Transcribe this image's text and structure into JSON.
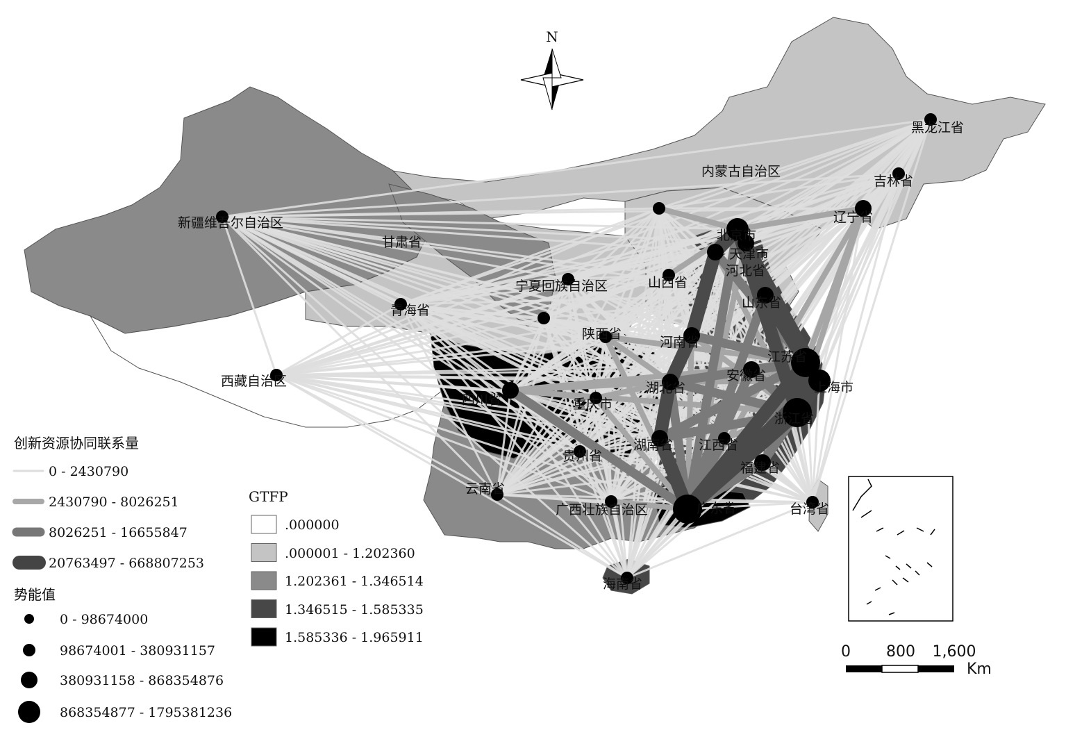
{
  "north_label": "N",
  "provinces": [
    {
      "name": "黑龙江省",
      "weight": 1
    },
    {
      "name": "吉林省",
      "weight": 1
    },
    {
      "name": "辽宁省",
      "weight": 2
    },
    {
      "name": "内蒙古自治区",
      "weight": 1
    },
    {
      "name": "新疆维吾尔自治区",
      "weight": 1
    },
    {
      "name": "甘肃省",
      "weight": 1
    },
    {
      "name": "北京市",
      "weight": 3
    },
    {
      "name": "天津市",
      "weight": 2
    },
    {
      "name": "河北省",
      "weight": 2
    },
    {
      "name": "山西省",
      "weight": 1
    },
    {
      "name": "宁夏回族自治区",
      "weight": 1
    },
    {
      "name": "青海省",
      "weight": 1
    },
    {
      "name": "山东省",
      "weight": 2
    },
    {
      "name": "陕西省",
      "weight": 1
    },
    {
      "name": "河南省",
      "weight": 2
    },
    {
      "name": "江苏省",
      "weight": 4
    },
    {
      "name": "西藏自治区",
      "weight": 1
    },
    {
      "name": "安徽省",
      "weight": 2
    },
    {
      "name": "上海市",
      "weight": 3
    },
    {
      "name": "湖北省",
      "weight": 2
    },
    {
      "name": "四川省",
      "weight": 2
    },
    {
      "name": "重庆市",
      "weight": 1
    },
    {
      "name": "浙江省",
      "weight": 4
    },
    {
      "name": "湖南省",
      "weight": 2
    },
    {
      "name": "江西省",
      "weight": 1
    },
    {
      "name": "贵州省",
      "weight": 1
    },
    {
      "name": "福建省",
      "weight": 2
    },
    {
      "name": "云南省",
      "weight": 1
    },
    {
      "name": "广西壮族自治区",
      "weight": 1
    },
    {
      "name": "广东省",
      "weight": 4
    },
    {
      "name": "台湾省",
      "weight": 1
    },
    {
      "name": "海南省",
      "weight": 1
    }
  ],
  "links": [
    {
      "a": "广东省",
      "b": "浙江省",
      "cls": 3
    },
    {
      "a": "广东省",
      "b": "江苏省",
      "cls": 3
    },
    {
      "a": "广东省",
      "b": "上海市",
      "cls": 3
    },
    {
      "a": "北京市",
      "b": "江苏省",
      "cls": 3
    },
    {
      "a": "北京市",
      "b": "浙江省",
      "cls": 3
    },
    {
      "a": "北京市",
      "b": "上海市",
      "cls": 3
    },
    {
      "a": "江苏省",
      "b": "浙江省",
      "cls": 3
    },
    {
      "a": "上海市",
      "b": "浙江省",
      "cls": 3
    },
    {
      "a": "江苏省",
      "b": "上海市",
      "cls": 3
    },
    {
      "a": "广东省",
      "b": "湖南省",
      "cls": 3
    },
    {
      "a": "湖南省",
      "b": "湖北省",
      "cls": 3
    },
    {
      "a": "湖北省",
      "b": "河南省",
      "cls": 3
    },
    {
      "a": "河南省",
      "b": "河北省",
      "cls": 3
    },
    {
      "a": "河北省",
      "b": "北京市",
      "cls": 3
    },
    {
      "a": "北京市",
      "b": "山东省",
      "cls": 3
    },
    {
      "a": "山东省",
      "b": "江苏省",
      "cls": 3
    },
    {
      "a": "北京市",
      "b": "广东省",
      "cls": 2
    },
    {
      "a": "安徽省",
      "b": "江苏省",
      "cls": 2
    },
    {
      "a": "安徽省",
      "b": "浙江省",
      "cls": 2
    },
    {
      "a": "湖北省",
      "b": "江苏省",
      "cls": 2
    },
    {
      "a": "湖北省",
      "b": "浙江省",
      "cls": 2
    },
    {
      "a": "湖北省",
      "b": "广东省",
      "cls": 2
    },
    {
      "a": "河南省",
      "b": "江苏省",
      "cls": 2
    },
    {
      "a": "山东省",
      "b": "浙江省",
      "cls": 2
    },
    {
      "a": "山东省",
      "b": "广东省",
      "cls": 2
    },
    {
      "a": "福建省",
      "b": "广东省",
      "cls": 2
    },
    {
      "a": "福建省",
      "b": "浙江省",
      "cls": 2
    },
    {
      "a": "湖南省",
      "b": "浙江省",
      "cls": 2
    },
    {
      "a": "湖南省",
      "b": "江苏省",
      "cls": 2
    },
    {
      "a": "安徽省",
      "b": "广东省",
      "cls": 2
    },
    {
      "a": "河北省",
      "b": "江苏省",
      "cls": 2
    },
    {
      "a": "天津市",
      "b": "江苏省",
      "cls": 2
    },
    {
      "a": "江西省",
      "b": "广东省",
      "cls": 2
    },
    {
      "a": "四川省",
      "b": "广东省",
      "cls": 2
    },
    {
      "a": "四川省",
      "b": "重庆市",
      "cls": 1
    },
    {
      "a": "四川省",
      "b": "湖北省",
      "cls": 1
    },
    {
      "a": "四川省",
      "b": "江苏省",
      "cls": 1
    },
    {
      "a": "四川省",
      "b": "浙江省",
      "cls": 1
    },
    {
      "a": "重庆市",
      "b": "湖北省",
      "cls": 1
    },
    {
      "a": "陕西省",
      "b": "江苏省",
      "cls": 1
    },
    {
      "a": "陕西省",
      "b": "湖北省",
      "cls": 1
    },
    {
      "a": "辽宁省",
      "b": "江苏省",
      "cls": 1
    },
    {
      "a": "辽宁省",
      "b": "北京市",
      "cls": 1
    },
    {
      "a": "辽宁省",
      "b": "广东省",
      "cls": 1
    },
    {
      "a": "辽宁省",
      "b": "浙江省",
      "cls": 1
    },
    {
      "a": "内蒙古自治区",
      "b": "北京市",
      "cls": 1
    },
    {
      "a": "山西省",
      "b": "北京市",
      "cls": 1
    },
    {
      "a": "天津市",
      "b": "广东省",
      "cls": 1
    },
    {
      "a": "河北省",
      "b": "浙江省",
      "cls": 1
    },
    {
      "a": "江西省",
      "b": "浙江省",
      "cls": 1
    },
    {
      "a": "福建省",
      "b": "江苏省",
      "cls": 1
    },
    {
      "a": "广西壮族自治区",
      "b": "广东省",
      "cls": 1
    },
    {
      "a": "重庆市",
      "b": "广东省",
      "cls": 1
    },
    {
      "a": "湖北省",
      "b": "上海市",
      "cls": 1
    },
    {
      "a": "安徽省",
      "b": "上海市",
      "cls": 1
    },
    {
      "a": "河南省",
      "b": "浙江省",
      "cls": 1
    },
    {
      "a": "河南省",
      "b": "广东省",
      "cls": 1
    },
    {
      "a": "陕西省",
      "b": "广东省",
      "cls": 1
    }
  ],
  "legend_links": {
    "title": "创新资源协同联系量",
    "classes": [
      "0 - 2430790",
      "2430790 - 8026251",
      "8026251 - 16655847",
      "20763497 - 668807253"
    ]
  },
  "legend_gtfp": {
    "title": "GTFP",
    "classes": [
      ".000000",
      ".000001 - 1.202360",
      "1.202361 - 1.346514",
      "1.346515 - 1.585335",
      "1.585336 - 1.965911"
    ],
    "colors": [
      "#ffffff",
      "#c4c4c4",
      "#8a8a8a",
      "#474747",
      "#000000"
    ]
  },
  "legend_potential": {
    "title": "势能值",
    "classes": [
      "0 - 98674000",
      "98674001 - 380931157",
      "380931158 - 868354876",
      "868354877 - 1795381236"
    ]
  },
  "scale_bar": {
    "ticks": [
      "0",
      "800",
      "1,600"
    ],
    "unit": "Km"
  }
}
